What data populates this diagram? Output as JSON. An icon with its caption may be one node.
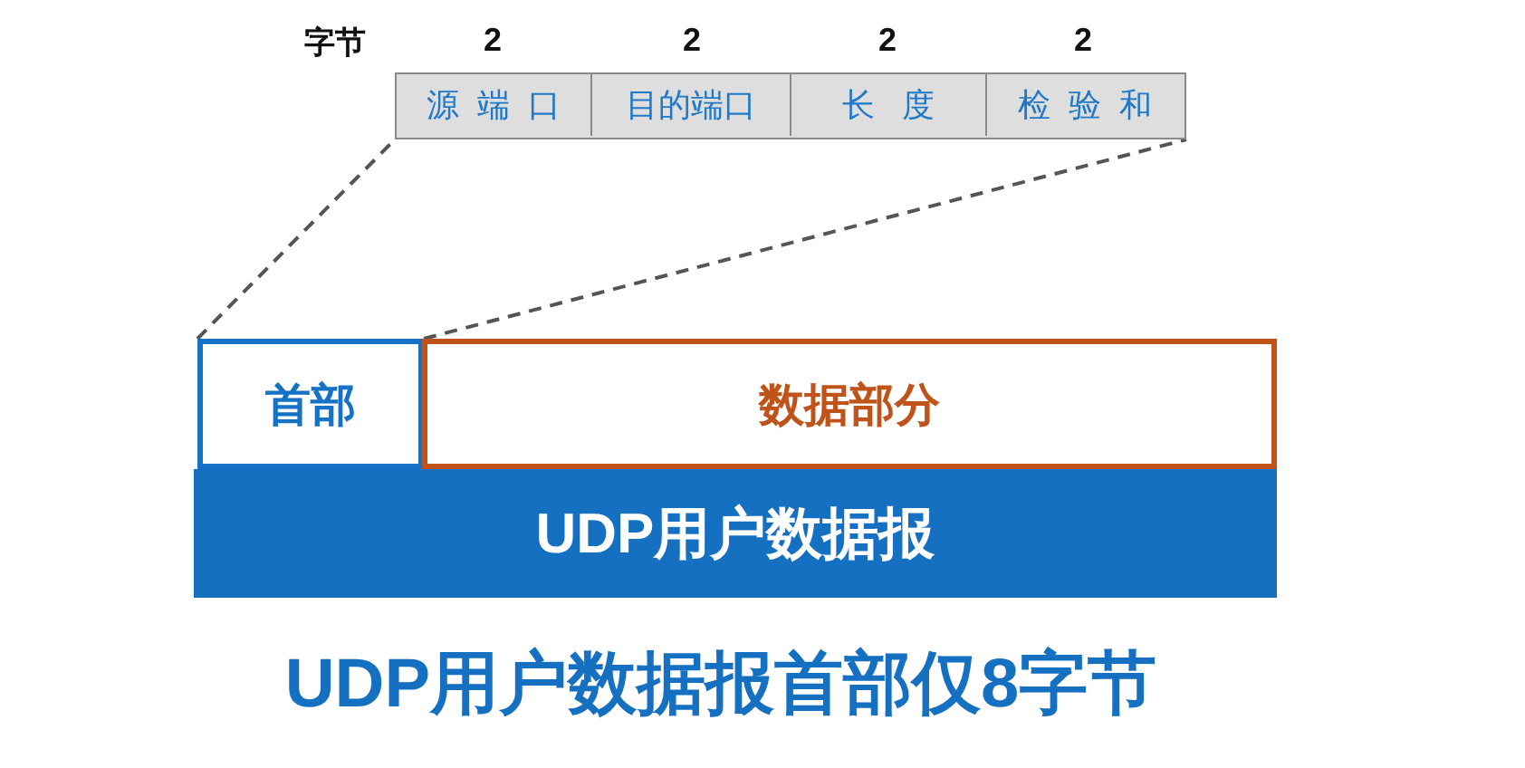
{
  "diagram": {
    "caption": "UDP用户数据报首部仅8字节",
    "nodes": [
      {
        "text": [],
        "shape": "bar"
      },
      {
        "text": [
          "源端口"
        ],
        "in": 0
      },
      {
        "text": [
          "目的端口"
        ],
        "in": 0
      },
      {
        "text": [
          "长度"
        ],
        "in": 0
      },
      {
        "text": [
          "检验和"
        ],
        "in": 0
      },
      {
        "text": [
          "首部"
        ]
      },
      {
        "text": [
          "数据部分"
        ]
      },
      {
        "text": [
          "UDP用户数据报"
        ]
      }
    ],
    "edges": [
      {
        "from": 5,
        "to": 0,
        "arrow": "none",
        "style": "dashed"
      },
      {
        "from": 5,
        "to": 0,
        "arrow": "none",
        "style": "dashed"
      }
    ],
    "labels": [
      "字节",
      "2",
      "2",
      "2",
      "2"
    ]
  }
}
